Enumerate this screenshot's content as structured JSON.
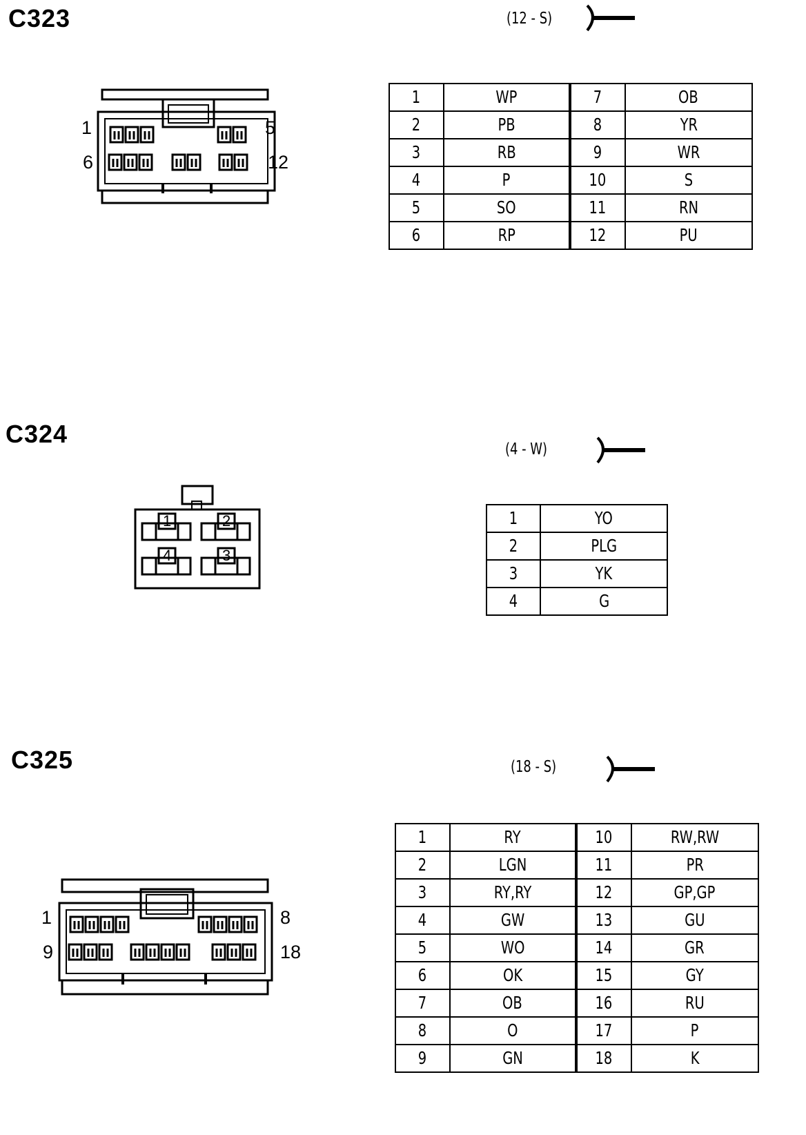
{
  "connectors": [
    {
      "id": "C323",
      "spec": "(12 - S)",
      "face_labels": [
        "1",
        "5",
        "6",
        "12"
      ],
      "pins": [
        {
          "pin": "1",
          "wire": "WP"
        },
        {
          "pin": "2",
          "wire": "PB"
        },
        {
          "pin": "3",
          "wire": "RB"
        },
        {
          "pin": "4",
          "wire": "P"
        },
        {
          "pin": "5",
          "wire": "SO"
        },
        {
          "pin": "6",
          "wire": "RP"
        },
        {
          "pin": "7",
          "wire": "OB"
        },
        {
          "pin": "8",
          "wire": "YR"
        },
        {
          "pin": "9",
          "wire": "WR"
        },
        {
          "pin": "10",
          "wire": "S"
        },
        {
          "pin": "11",
          "wire": "RN"
        },
        {
          "pin": "12",
          "wire": "PU"
        }
      ]
    },
    {
      "id": "C324",
      "spec": "(4 - W)",
      "face_labels": [
        "1",
        "2",
        "4",
        "3"
      ],
      "pins": [
        {
          "pin": "1",
          "wire": "YO"
        },
        {
          "pin": "2",
          "wire": "PLG"
        },
        {
          "pin": "3",
          "wire": "YK"
        },
        {
          "pin": "4",
          "wire": "G"
        }
      ]
    },
    {
      "id": "C325",
      "spec": "(18 - S)",
      "face_labels": [
        "1",
        "8",
        "9",
        "18"
      ],
      "pins": [
        {
          "pin": "1",
          "wire": "RY"
        },
        {
          "pin": "2",
          "wire": "LGN"
        },
        {
          "pin": "3",
          "wire": "RY,RY"
        },
        {
          "pin": "4",
          "wire": "GW"
        },
        {
          "pin": "5",
          "wire": "WO"
        },
        {
          "pin": "6",
          "wire": "OK"
        },
        {
          "pin": "7",
          "wire": "OB"
        },
        {
          "pin": "8",
          "wire": "O"
        },
        {
          "pin": "9",
          "wire": "GN"
        },
        {
          "pin": "10",
          "wire": "RW,RW"
        },
        {
          "pin": "11",
          "wire": "PR"
        },
        {
          "pin": "12",
          "wire": "GP,GP"
        },
        {
          "pin": "13",
          "wire": "GU"
        },
        {
          "pin": "14",
          "wire": "GR"
        },
        {
          "pin": "15",
          "wire": "GY"
        },
        {
          "pin": "16",
          "wire": "RU"
        },
        {
          "pin": "17",
          "wire": "P"
        },
        {
          "pin": "18",
          "wire": "K"
        }
      ]
    }
  ]
}
